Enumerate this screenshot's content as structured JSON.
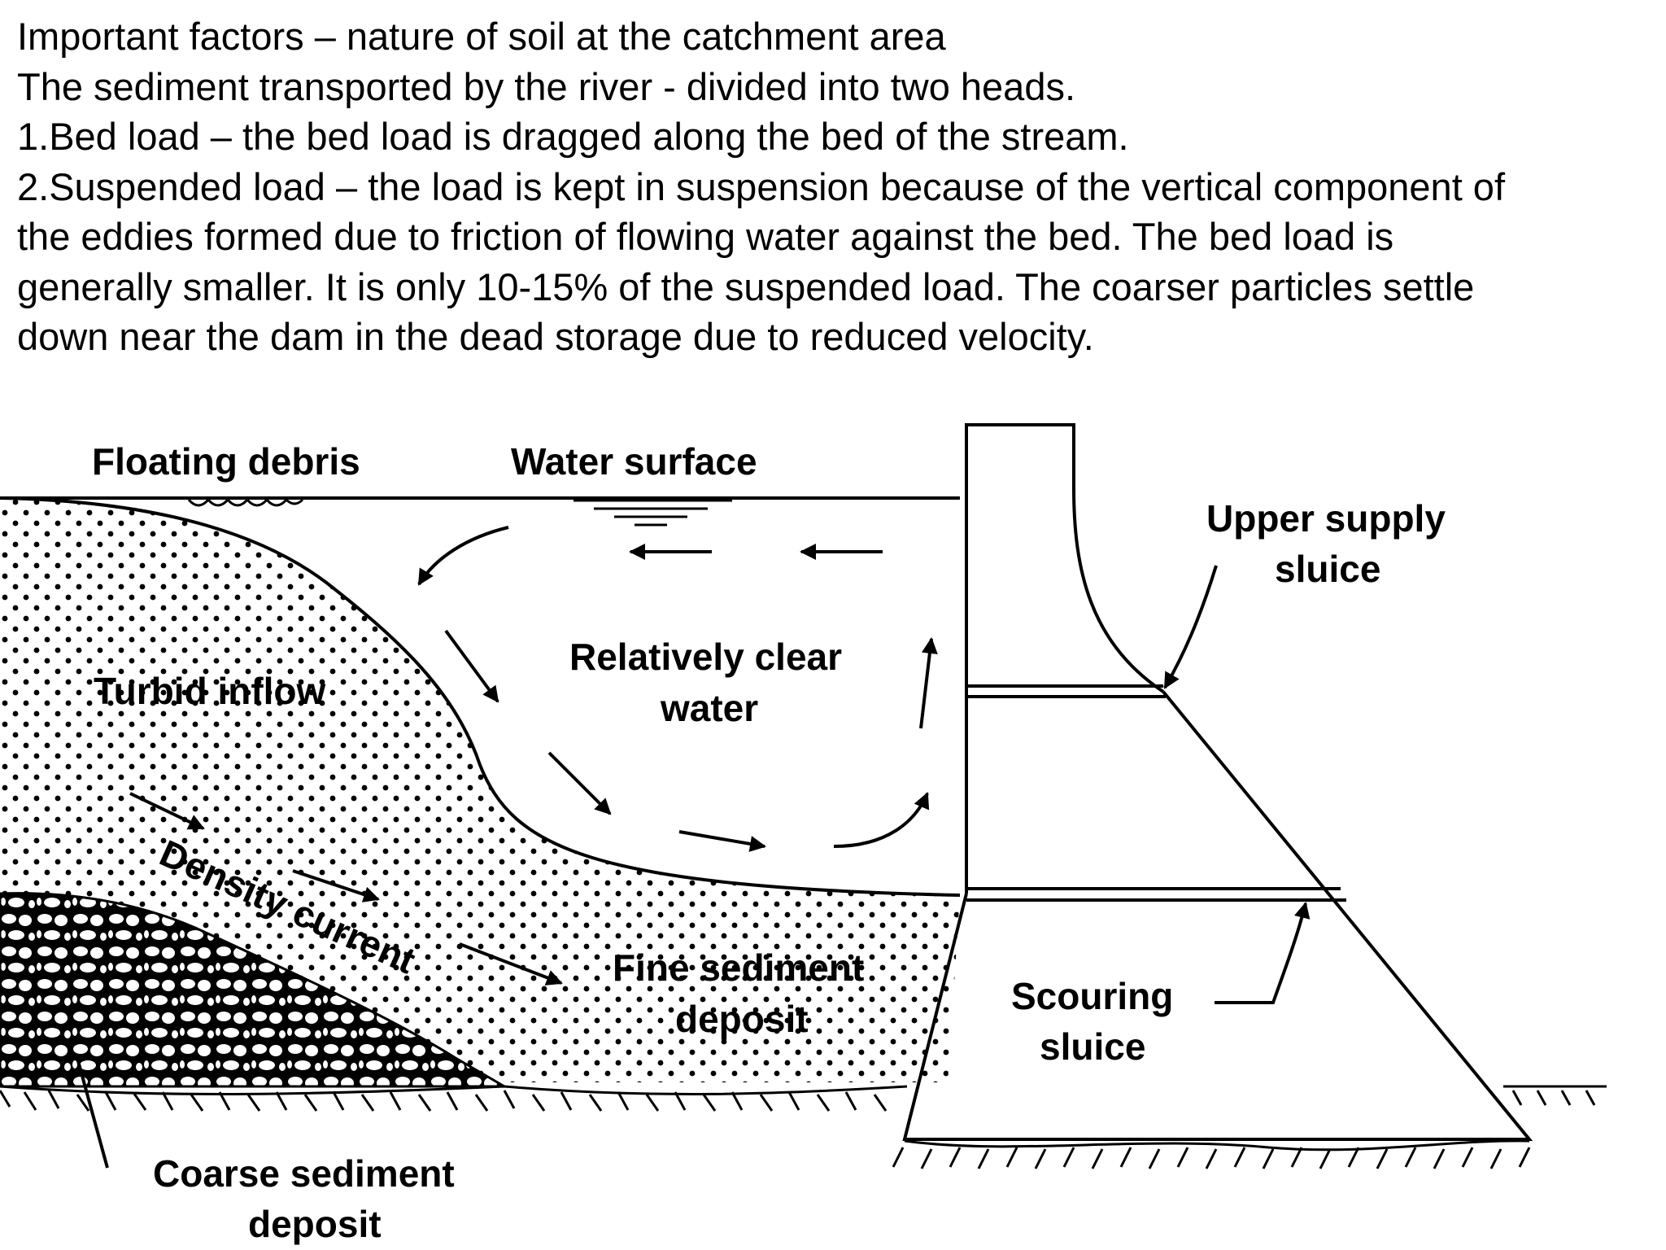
{
  "text": {
    "lines": [
      "Important factors – nature of soil at the catchment area",
      "The sediment transported by the river  -  divided into two heads.",
      "1.Bed load – the bed load is dragged along the bed of the stream.",
      "2.Suspended load – the load is kept in suspension because of the vertical component of",
      "the eddies formed due to friction of flowing water against the bed. The bed load is",
      "generally smaller. It is only 10-15% of the suspended load. The coarser particles settle",
      "down near the dam in the dead storage due to reduced velocity."
    ]
  },
  "diagram": {
    "labels": {
      "floating_debris": "Floating debris",
      "water_surface": "Water surface",
      "upper_supply_sluice_1": "Upper supply",
      "upper_supply_sluice_2": "sluice",
      "relatively_clear_water_1": "Relatively clear",
      "relatively_clear_water_2": "water",
      "turbid_inflow": "Turbid inflow",
      "density_current": "Density current",
      "fine_sediment_deposit_1": "Fine sediment",
      "fine_sediment_deposit_2": "deposit",
      "scouring_sluice_1": "Scouring",
      "scouring_sluice_2": "sluice",
      "coarse_sediment_deposit_1": "Coarse sediment",
      "coarse_sediment_deposit_2": "deposit"
    }
  }
}
